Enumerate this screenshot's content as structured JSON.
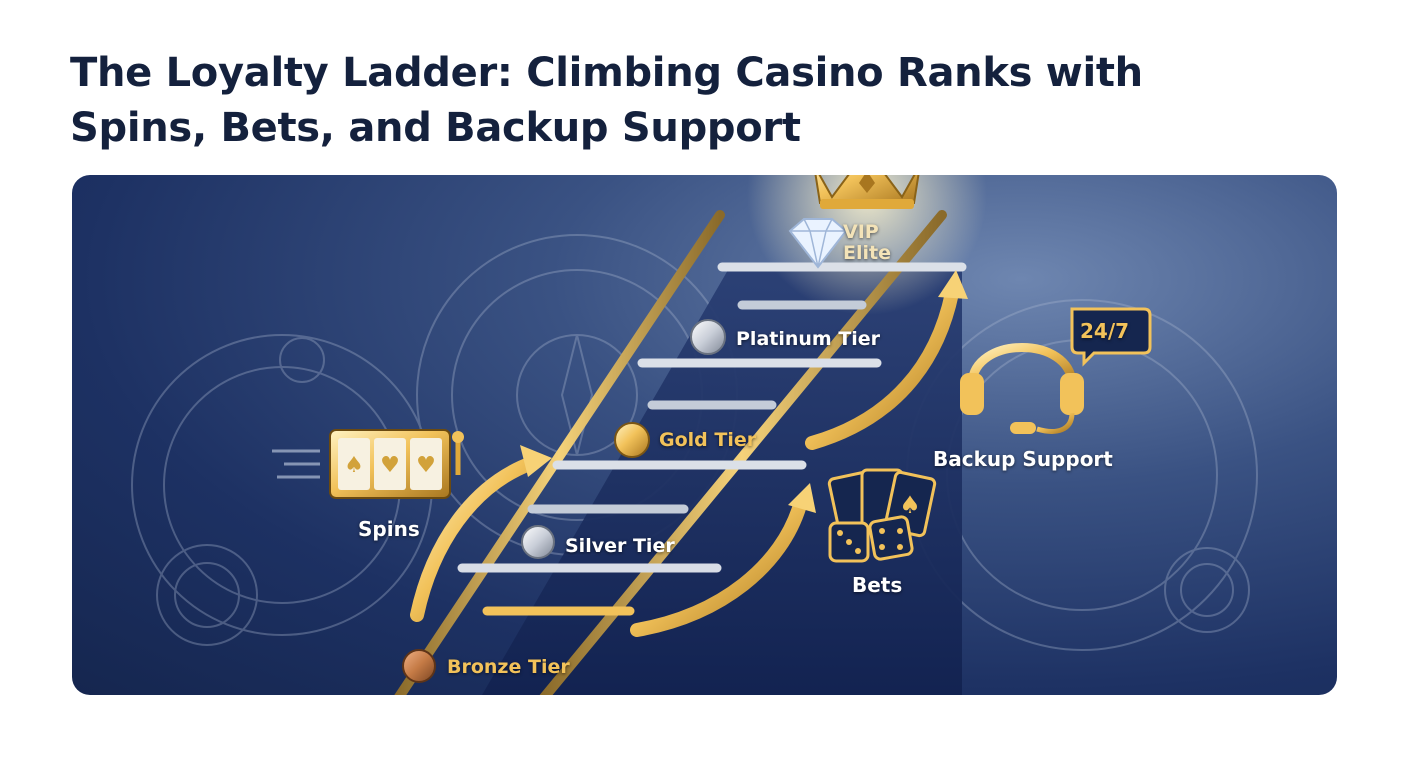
{
  "header": {
    "title": "The Loyalty Ladder: Climbing Casino Ranks with Spins, Bets, and Backup Support"
  },
  "ladder": {
    "tiers": [
      {
        "label": "Bronze Tier",
        "coin": "bronze-coin-icon"
      },
      {
        "label": "Silver Tier",
        "coin": "silver-coin-icon"
      },
      {
        "label": "Gold Tier",
        "coin": "gold-coin-icon"
      },
      {
        "label": "Platinum Tier",
        "coin": "platinum-coin-icon"
      },
      {
        "label_line1": "VIP",
        "label_line2": "Elite",
        "icon": "diamond-icon"
      }
    ],
    "top_icon": "crown-icon"
  },
  "features": {
    "spins": {
      "label": "Spins",
      "icon": "slot-machine-icon"
    },
    "bets": {
      "label": "Bets",
      "icon": "cards-dice-icon"
    },
    "support": {
      "label": "Backup Support",
      "icon": "headset-icon",
      "badge": "24/7"
    }
  },
  "colors": {
    "title": "#14213d",
    "panel": "#1d3163",
    "gold": "#f2c25a",
    "silver": "#d8dde6",
    "bronze": "#c47a45"
  }
}
